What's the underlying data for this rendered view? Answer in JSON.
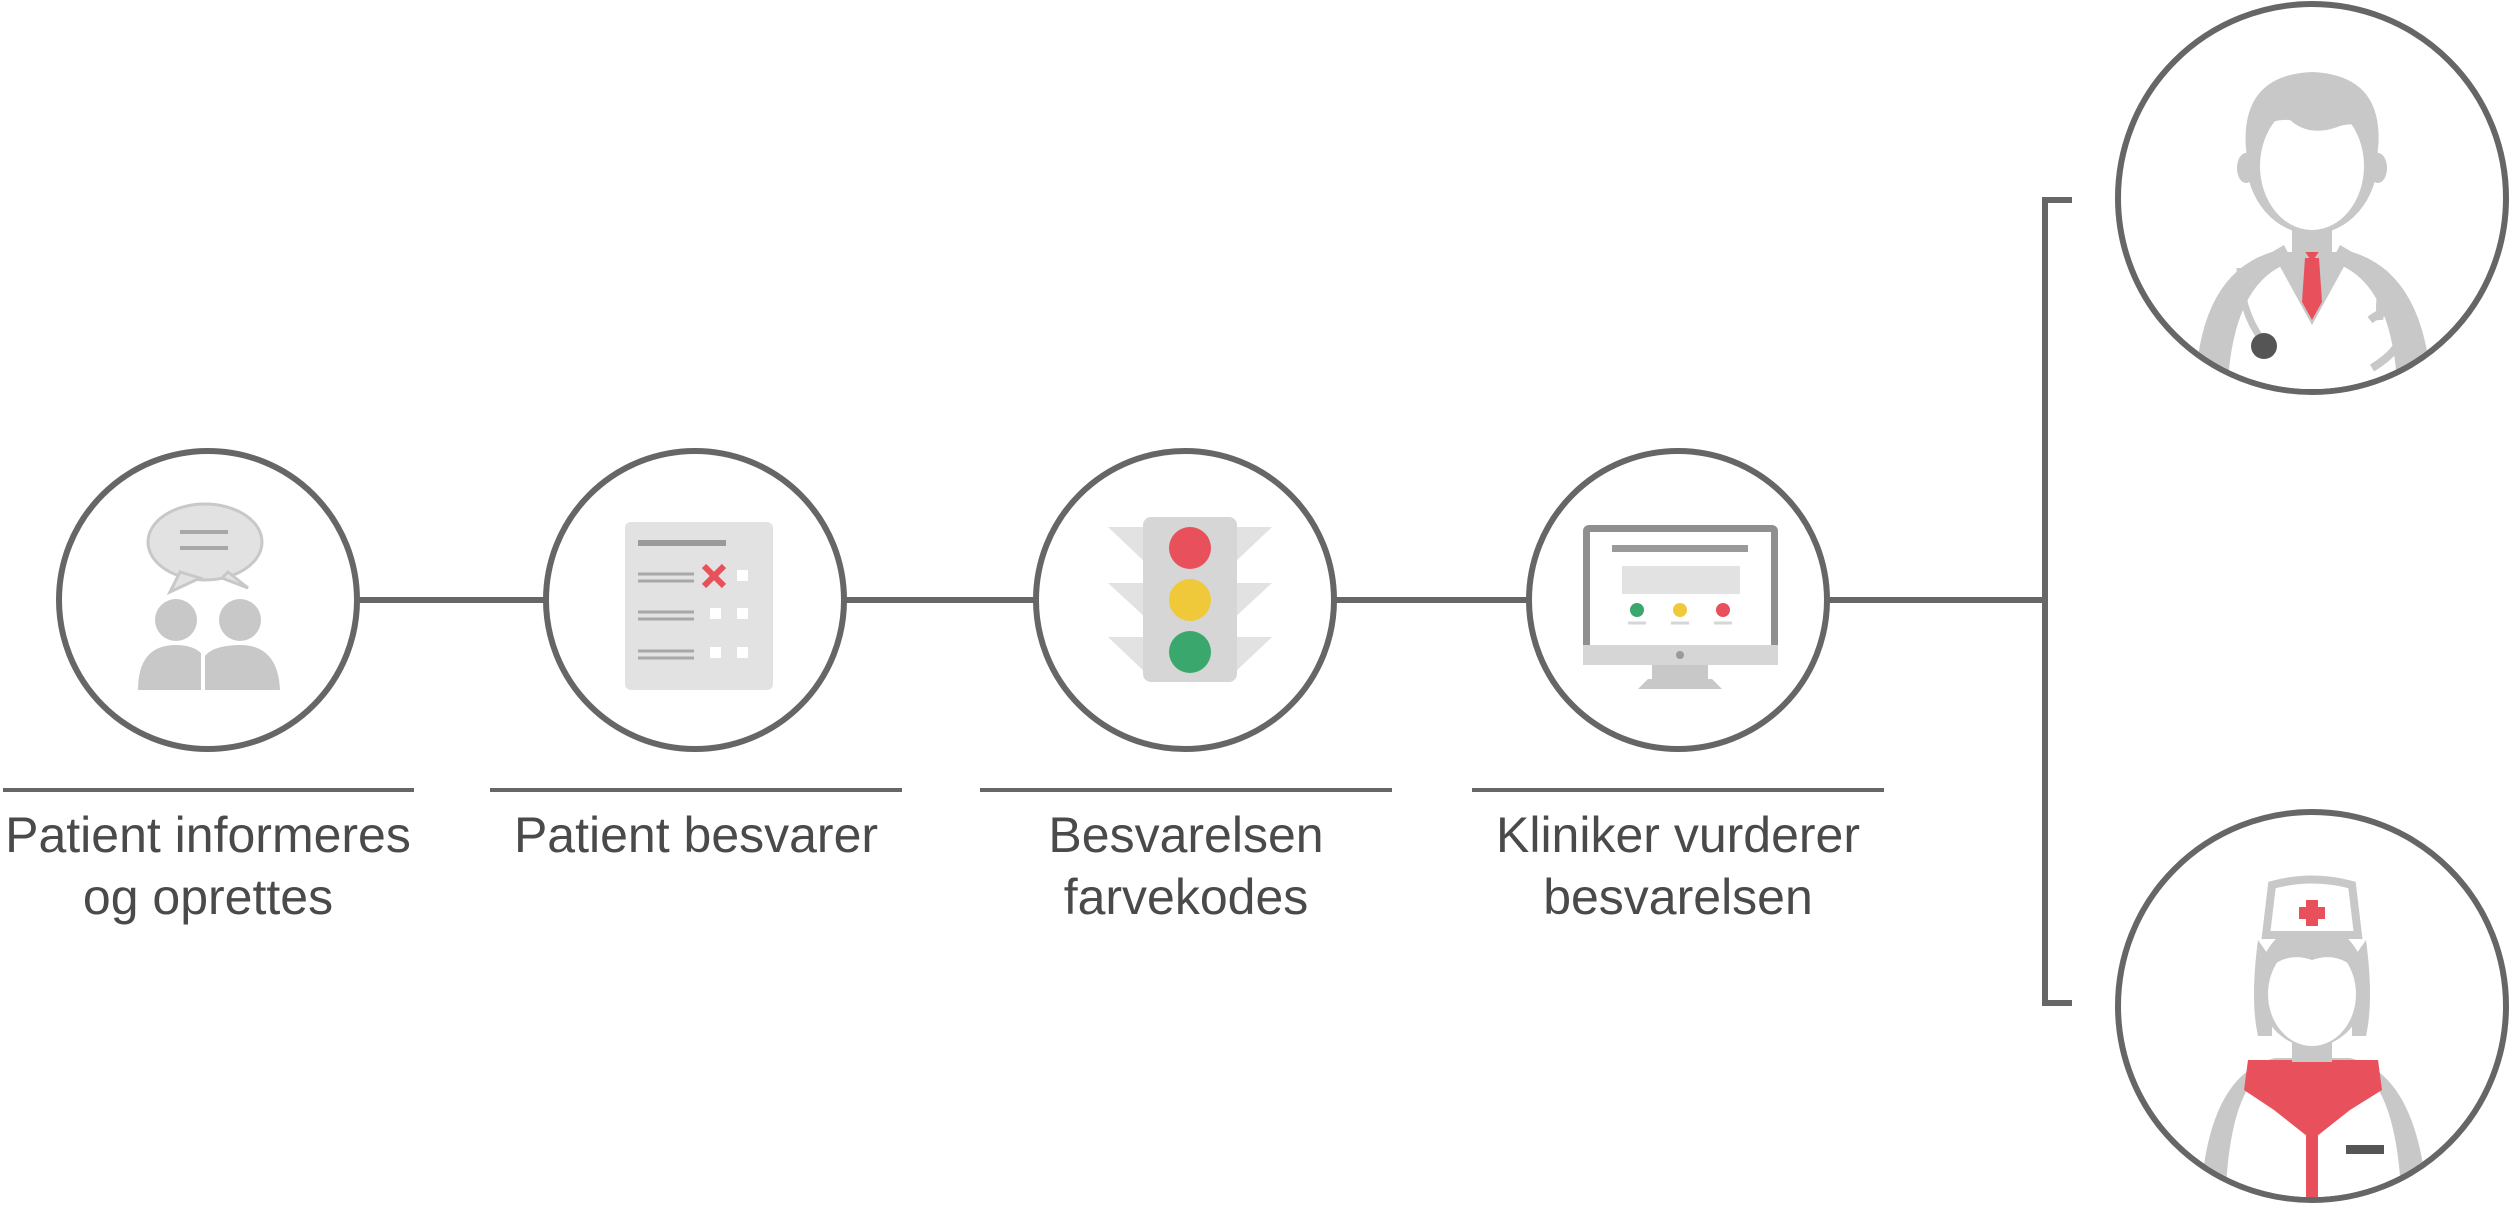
{
  "steps": [
    {
      "icon": "people-chat-icon",
      "line1": "Patient informeres",
      "line2": "og oprettes"
    },
    {
      "icon": "questionnaire-icon",
      "line1": "Patient besvarer",
      "line2": ""
    },
    {
      "icon": "traffic-light-icon",
      "line1": "Besvarelsen",
      "line2": "farvekodes"
    },
    {
      "icon": "monitor-icon",
      "line1": "Kliniker vurderer",
      "line2": "besvarelsen"
    }
  ],
  "clinicians": [
    {
      "icon": "doctor-icon"
    },
    {
      "icon": "nurse-icon"
    }
  ],
  "colors": {
    "outline": "#666666",
    "icon_gray": "#c8c8c8",
    "icon_light": "#e2e2e2",
    "red": "#e8505b",
    "yellow": "#f0c93a",
    "green": "#3aa86c",
    "text": "#4a4a4a"
  }
}
